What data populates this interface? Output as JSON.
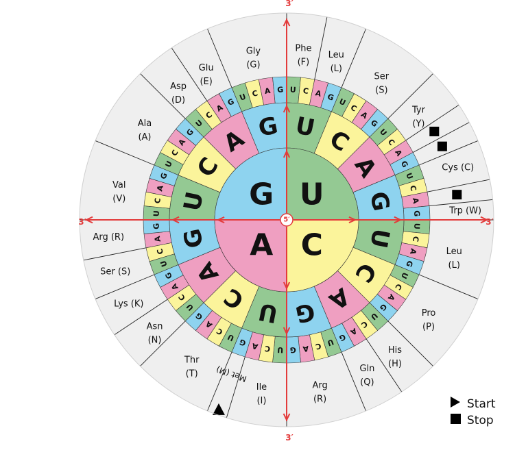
{
  "colors": {
    "A": "#ef9fc1",
    "C": "#fbf49b",
    "G": "#8ed3ef",
    "U": "#94c993",
    "outer_ring": "#efefef",
    "outline": "#333333",
    "axis": "#e33b3b",
    "marker": "#000000"
  },
  "axis_labels": {
    "five_prime": "5′",
    "three_prime": "3′"
  },
  "first": [
    "U",
    "C",
    "A",
    "G"
  ],
  "second": [
    "U",
    "C",
    "A",
    "G",
    "U",
    "C",
    "A",
    "G",
    "U",
    "C",
    "A",
    "G",
    "U",
    "C",
    "A",
    "G"
  ],
  "third": [
    "U",
    "C",
    "A",
    "G",
    "U",
    "C",
    "A",
    "G",
    "U",
    "C",
    "A",
    "G",
    "U",
    "C",
    "A",
    "G",
    "U",
    "C",
    "A",
    "G",
    "U",
    "C",
    "A",
    "G",
    "U",
    "C",
    "A",
    "G",
    "U",
    "C",
    "A",
    "G",
    "U",
    "C",
    "A",
    "G",
    "U",
    "C",
    "A",
    "G",
    "U",
    "C",
    "A",
    "G",
    "U",
    "C",
    "A",
    "G",
    "U",
    "C",
    "A",
    "G",
    "U",
    "C",
    "A",
    "G",
    "U",
    "C",
    "A",
    "G",
    "U",
    "C",
    "A",
    "G"
  ],
  "amino_acids": [
    {
      "name": "Phe",
      "abbr": "(F)",
      "start": 0,
      "end": 2
    },
    {
      "name": "Leu",
      "abbr": "(L)",
      "start": 2,
      "end": 4
    },
    {
      "name": "Ser",
      "abbr": "(S)",
      "start": 4,
      "end": 8
    },
    {
      "name": "Tyr",
      "abbr": "(Y)",
      "start": 8,
      "end": 10
    },
    {
      "name": "",
      "abbr": "",
      "start": 10,
      "end": 11,
      "stop": true
    },
    {
      "name": "",
      "abbr": "",
      "start": 11,
      "end": 12,
      "stop": true
    },
    {
      "name": "Cys (C)",
      "abbr": "",
      "start": 12,
      "end": 14
    },
    {
      "name": "",
      "abbr": "",
      "start": 14,
      "end": 15,
      "stop": true
    },
    {
      "name": "Trp (W)",
      "abbr": "",
      "start": 15,
      "end": 16
    },
    {
      "name": "Leu",
      "abbr": "(L)",
      "start": 16,
      "end": 20
    },
    {
      "name": "Pro",
      "abbr": "(P)",
      "start": 20,
      "end": 24
    },
    {
      "name": "His",
      "abbr": "(H)",
      "start": 24,
      "end": 26
    },
    {
      "name": "Gln",
      "abbr": "(Q)",
      "start": 26,
      "end": 28
    },
    {
      "name": "Arg",
      "abbr": "(R)",
      "start": 28,
      "end": 32
    },
    {
      "name": "Ile",
      "abbr": "(I)",
      "start": 32,
      "end": 35
    },
    {
      "name": "Met (M)",
      "abbr": "",
      "start": 35,
      "end": 36,
      "start_codon": true
    },
    {
      "name": "Thr",
      "abbr": "(T)",
      "start": 36,
      "end": 40
    },
    {
      "name": "Asn",
      "abbr": "(N)",
      "start": 40,
      "end": 42
    },
    {
      "name": "Lys (K)",
      "abbr": "",
      "start": 42,
      "end": 44
    },
    {
      "name": "Ser (S)",
      "abbr": "",
      "start": 44,
      "end": 46
    },
    {
      "name": "Arg (R)",
      "abbr": "",
      "start": 46,
      "end": 48
    },
    {
      "name": "Val",
      "abbr": "(V)",
      "start": 48,
      "end": 52
    },
    {
      "name": "Ala",
      "abbr": "(A)",
      "start": 52,
      "end": 56
    },
    {
      "name": "Asp",
      "abbr": "(D)",
      "start": 56,
      "end": 58
    },
    {
      "name": "Glu",
      "abbr": "(E)",
      "start": 58,
      "end": 60
    },
    {
      "name": "Gly",
      "abbr": "(G)",
      "start": 60,
      "end": 64
    }
  ],
  "legend": {
    "start": "Start",
    "stop": "Stop"
  }
}
